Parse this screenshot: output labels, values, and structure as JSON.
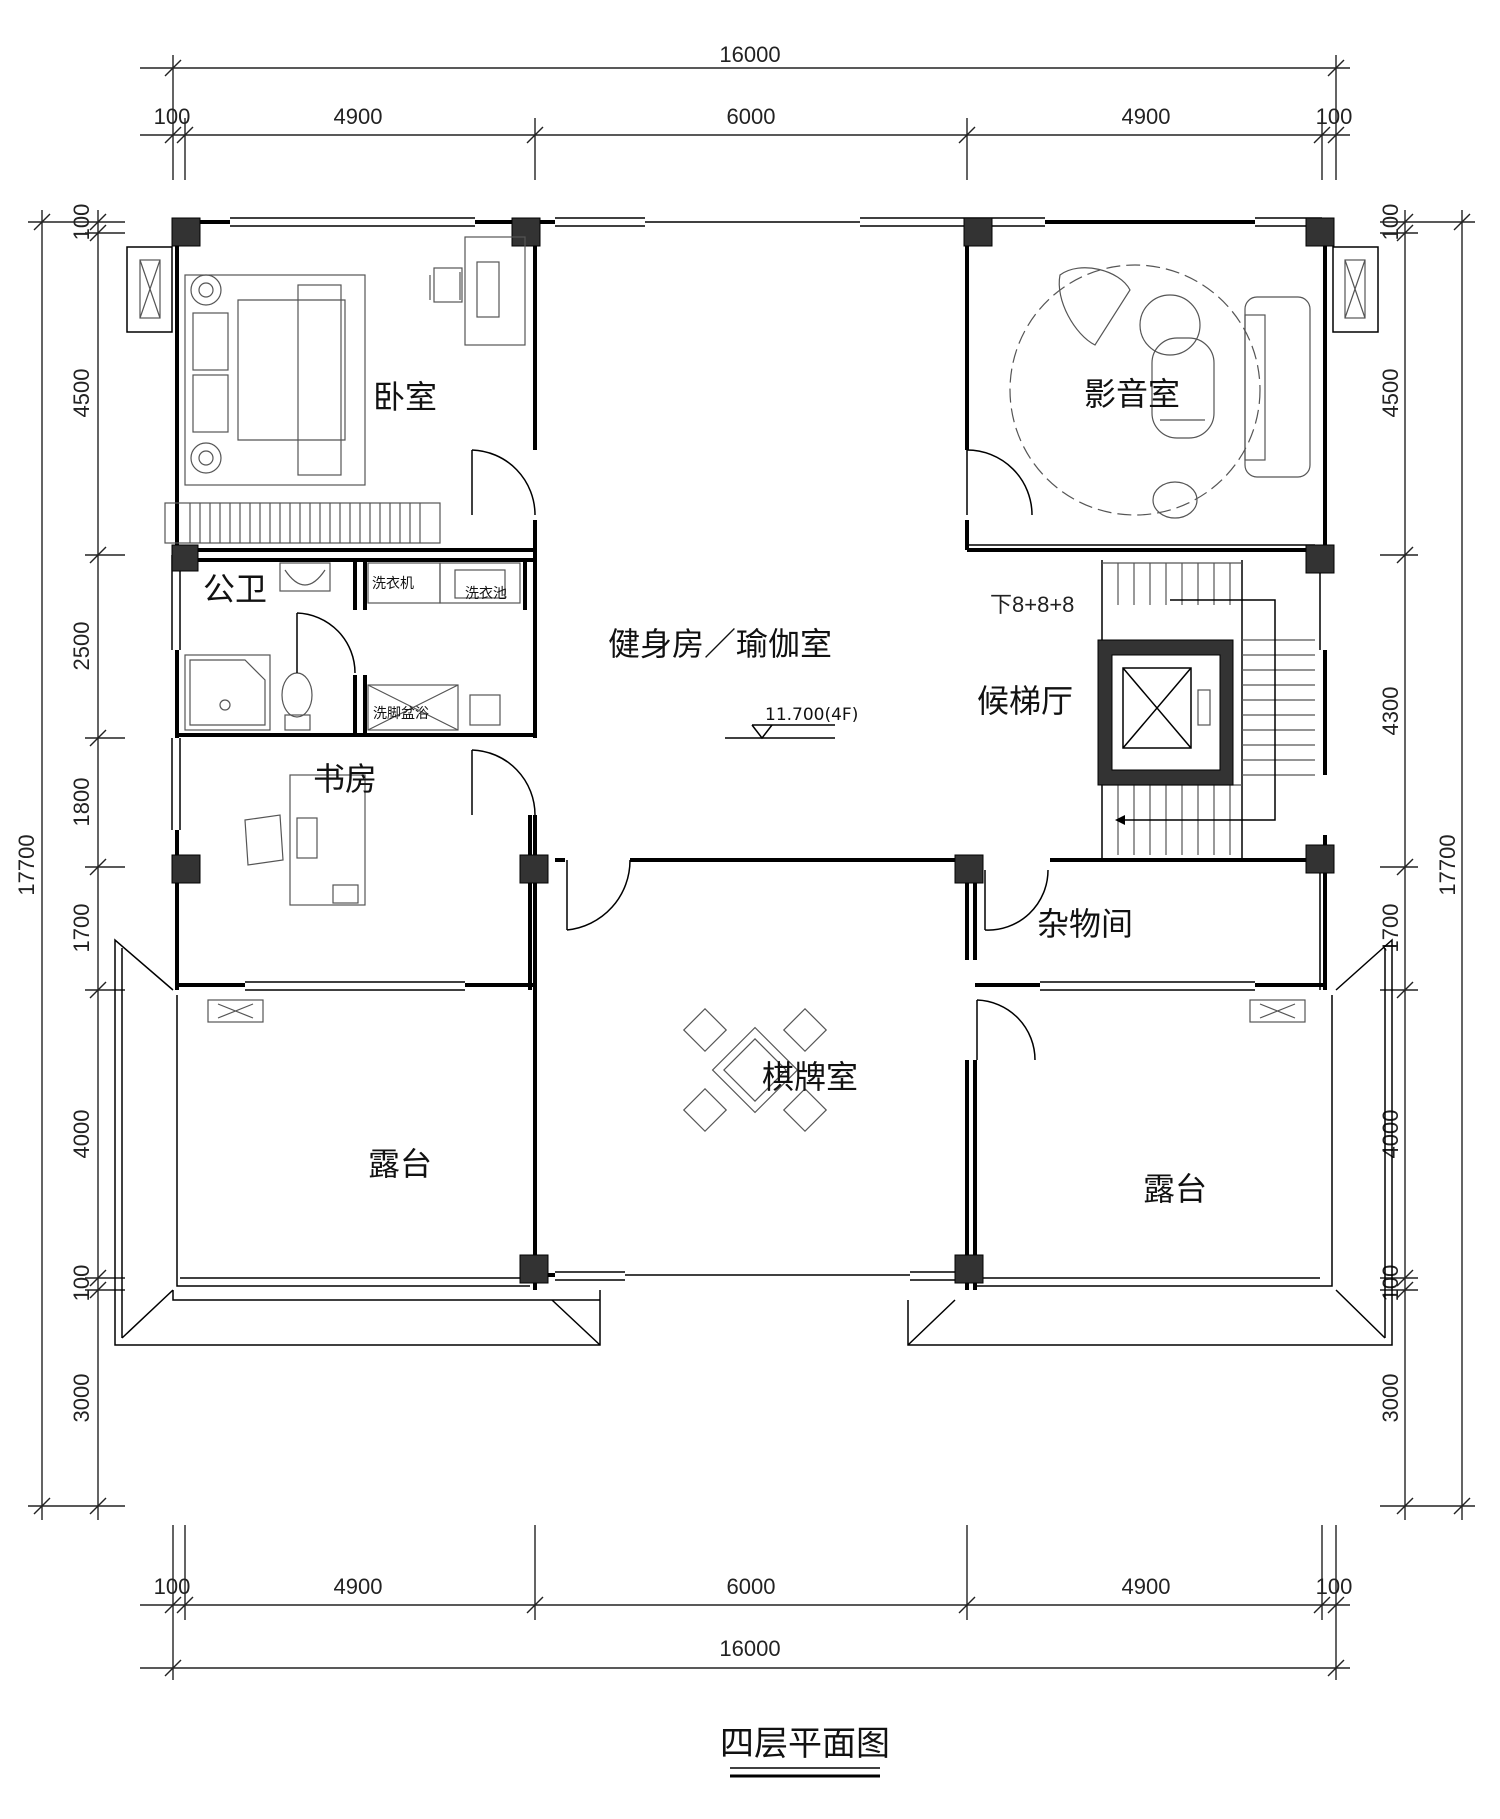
{
  "dimensions": {
    "top_total": "16000",
    "top_segments": [
      "100",
      "4900",
      "6000",
      "4900",
      "100"
    ],
    "bottom_segments": [
      "100",
      "4900",
      "6000",
      "4900",
      "100"
    ],
    "bottom_total": "16000",
    "left_total": "17700",
    "left_segments": [
      "100",
      "4500",
      "2500",
      "1800",
      "1700",
      "4000",
      "100",
      "3000"
    ],
    "right_total": "17700",
    "right_segments": [
      "100",
      "4500",
      "4300",
      "1700",
      "4000",
      "100",
      "3000"
    ]
  },
  "rooms": {
    "bedroom": "卧室",
    "theater": "影音室",
    "bathroom": "公卫",
    "washer": "洗衣机",
    "laundry_sink": "洗衣池",
    "wash_basin": "洗脚盆浴",
    "gym": "健身房／瑜伽室",
    "elevator_lobby": "候梯厅",
    "stair_note": "下8+8+8",
    "study": "书房",
    "storage": "杂物间",
    "chess_room": "棋牌室",
    "terrace_left": "露台",
    "terrace_right": "露台"
  },
  "elevation": "11.700(4F)",
  "title": "四层平面图"
}
